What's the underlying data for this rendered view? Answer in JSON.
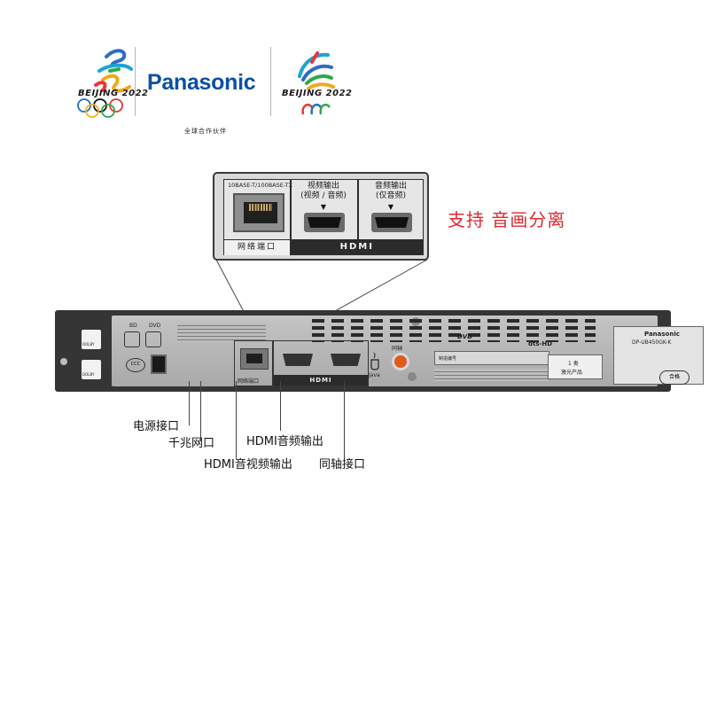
{
  "header": {
    "olympic_logo_text": "BEIJING 2022",
    "brand_name": "Panasonic",
    "paralympic_logo_text": "BEIJING 2022",
    "partner_text": "全球合作伙伴"
  },
  "inset": {
    "ethernet_spec": "10BASE-T/100BASE-TX",
    "video_out_label": "视频输出",
    "video_out_sub": "(视频 / 音频)",
    "audio_out_label": "音频输出",
    "audio_out_sub": "(仅音频)",
    "network_port_label": "网络端口",
    "hdmi_label": "HDMI",
    "arrow": "▼"
  },
  "feature_text": "支持 音画分离",
  "device": {
    "brand": "Panasonic",
    "model": "DP-UB450GK-K",
    "bd_label": "BD",
    "dvd_label": "DVD",
    "network_port_label": "网络端口",
    "hdmi_label": "HDMI",
    "java_label": "Java",
    "coax_label": "同轴",
    "dvd_logo": "DVD",
    "dts_logo": "dts-HD",
    "laser_label": "1 类",
    "laser_sub": "激光产品",
    "pass_label": "合格",
    "info_title": "制造编号",
    "ccc_label": "CCC",
    "dolby_label": "DOLBY"
  },
  "callouts": [
    "电源接口",
    "千兆网口",
    "HDMI音频输出",
    "HDMI音视频输出",
    "同轴接口"
  ],
  "colors": {
    "brand_blue": "#0b4fa6",
    "feature_red": "#e0282d",
    "coax_orange": "#e05a1a"
  }
}
